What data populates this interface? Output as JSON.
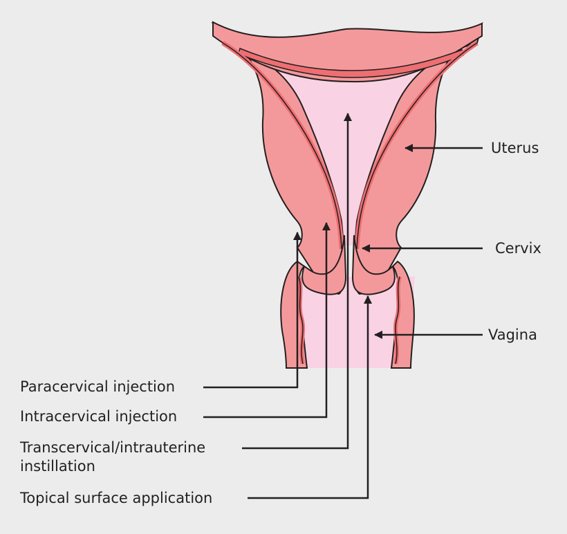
{
  "colors": {
    "background": "#ececec",
    "tissue": "#f4999b",
    "tissue_dark": "#ee6f72",
    "lumen": "#f9d2e3",
    "outline": "#231f20"
  },
  "labels": {
    "uterus": "Uterus",
    "cervix": "Cervix",
    "vagina": "Vagina",
    "paracervical": "Paracervical injection",
    "intracervical": "Intracervical injection",
    "transcervical_line1": "Transcervical/intrauterine",
    "transcervical_line2": "instillation",
    "topical": "Topical surface application"
  }
}
